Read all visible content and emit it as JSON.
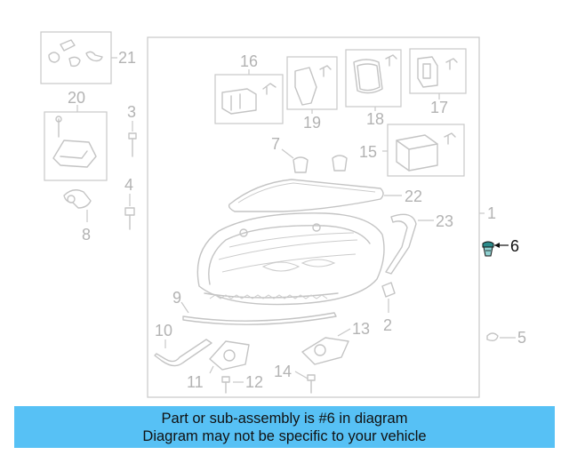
{
  "diagram": {
    "callouts": {
      "c1": "1",
      "c2": "2",
      "c3": "3",
      "c4": "4",
      "c5": "5",
      "c6": "6",
      "c7": "7",
      "c8": "8",
      "c9": "9",
      "c10": "10",
      "c11": "11",
      "c12": "12",
      "c13": "13",
      "c14": "14",
      "c15": "15",
      "c16": "16",
      "c17": "17",
      "c18": "18",
      "c19": "19",
      "c20": "20",
      "c21": "21",
      "c22": "22",
      "c23": "23"
    },
    "highlighted_part": "6",
    "highlight_color": "#2a8a8a",
    "line_color": "#c4c4c4"
  },
  "banner": {
    "line1": "Part or sub-assembly is #6 in diagram",
    "line2": "Diagram may not be specific to your vehicle",
    "background": "#57c1f5"
  }
}
